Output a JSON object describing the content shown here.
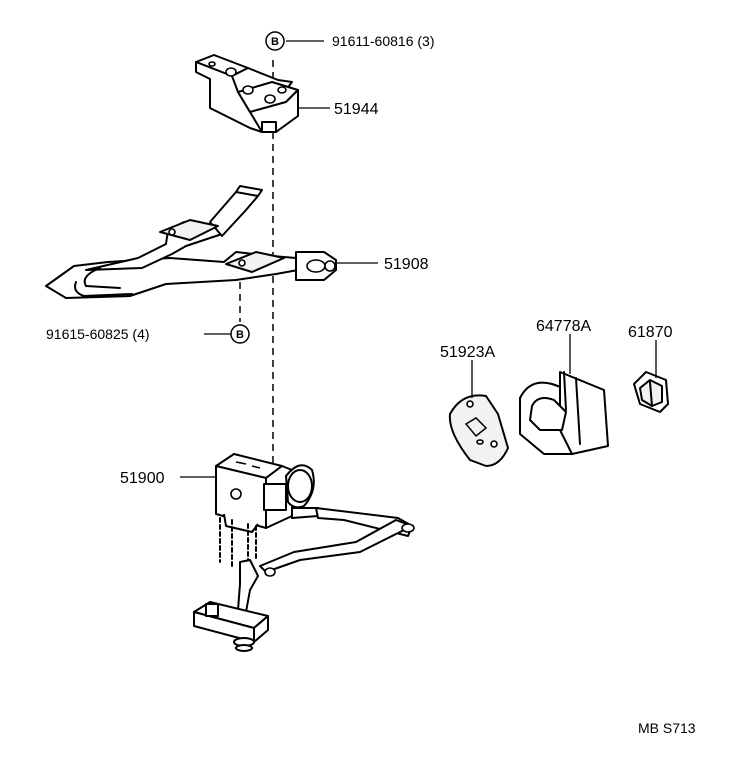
{
  "labels": {
    "bolt_b_top": "91611-60816 (3)",
    "bracket": "51944",
    "arm": "51908",
    "bolt_b_mid": "91615-60825 (4)",
    "hoist": "51900",
    "gasket": "51923A",
    "cover": "64778A",
    "grommet": "61870",
    "code": "MB S713"
  },
  "symbols": {
    "b_marker": "B"
  }
}
